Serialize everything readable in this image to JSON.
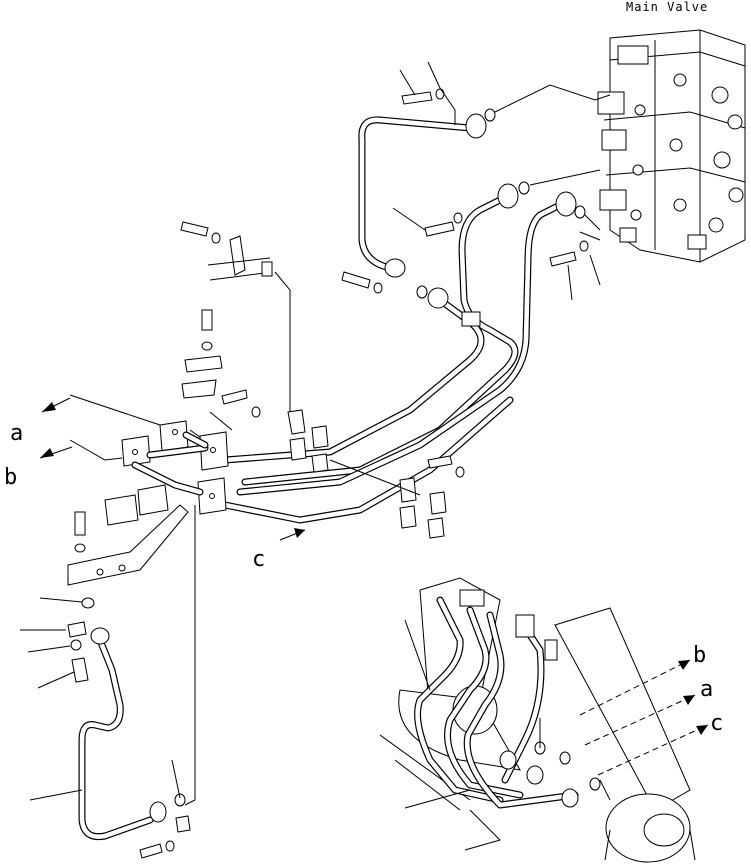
{
  "diagram": {
    "title": "Main Valve",
    "labels": {
      "a_left": "a",
      "b_left": "b",
      "c_left": "c",
      "b_right": "b",
      "a_right": "a",
      "c_right": "c"
    }
  }
}
